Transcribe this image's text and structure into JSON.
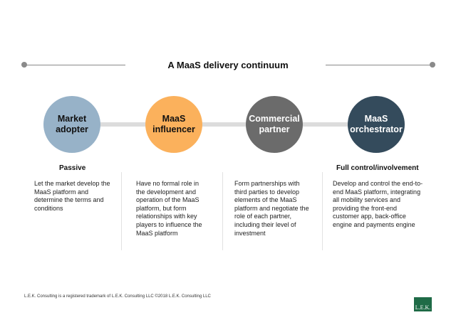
{
  "title": "A MaaS delivery continuum",
  "stages": [
    {
      "lines": [
        "Market",
        "adopter"
      ],
      "color": "#97b2c8",
      "text_color": "#111111"
    },
    {
      "lines": [
        "MaaS",
        "influencer"
      ],
      "color": "#fbb15c",
      "text_color": "#111111"
    },
    {
      "lines": [
        "Commercial",
        "partner"
      ],
      "color": "#6b6b6b",
      "text_color": "#ffffff"
    },
    {
      "lines": [
        "MaaS",
        "orchestrator"
      ],
      "color": "#344b5c",
      "text_color": "#ffffff"
    }
  ],
  "scale": {
    "left_label": "Passive",
    "right_label": "Full control/involvement"
  },
  "descriptions": [
    {
      "lines": [
        "Let the market develop the",
        "MaaS platform and",
        "determine the terms and",
        "conditions"
      ]
    },
    {
      "lines": [
        "Have no formal role in",
        "the development and",
        "operation of the MaaS",
        "platform, but form",
        "relationships with key",
        "players to influence the",
        "MaaS platform"
      ]
    },
    {
      "lines": [
        "Form partnerships with",
        "third parties to develop",
        "elements of the MaaS",
        "platform and negotiate the",
        "role of each partner,",
        "including their level of",
        "investment"
      ]
    },
    {
      "lines": [
        "Develop and control the end-to-",
        "end MaaS platform, integrating",
        "all mobility services and",
        "providing the front-end",
        "customer app, back-office",
        "engine and payments engine"
      ]
    }
  ],
  "footer": "L.E.K. Consulting is a registered trademark of L.E.K. Consulting LLC ©2018 L.E.K. Consulting LLC",
  "logo": "L.E.K."
}
